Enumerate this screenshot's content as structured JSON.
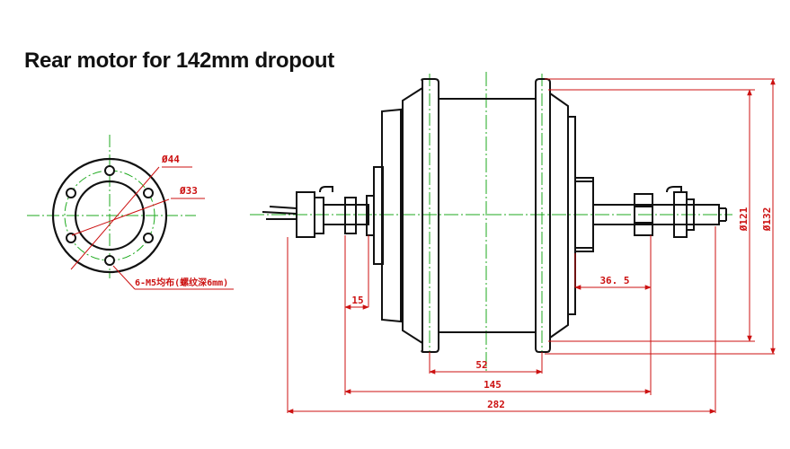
{
  "title": "Rear motor for 142mm dropout",
  "colors": {
    "outline": "#111111",
    "centerline": "#1faa1f",
    "dimension": "#cc1111"
  },
  "flange_view": {
    "outer_diameter_label": "Ø44",
    "bolt_circle_label": "Ø33",
    "hole_note": "6-M5均布(螺纹深6mm)"
  },
  "side_view": {
    "dims": {
      "width_15": "15",
      "offset_36_5": "36. 5",
      "width_52": "52",
      "width_145": "145",
      "overall_282": "282",
      "diameter_121": "Ø121",
      "diameter_132": "Ø132"
    }
  }
}
